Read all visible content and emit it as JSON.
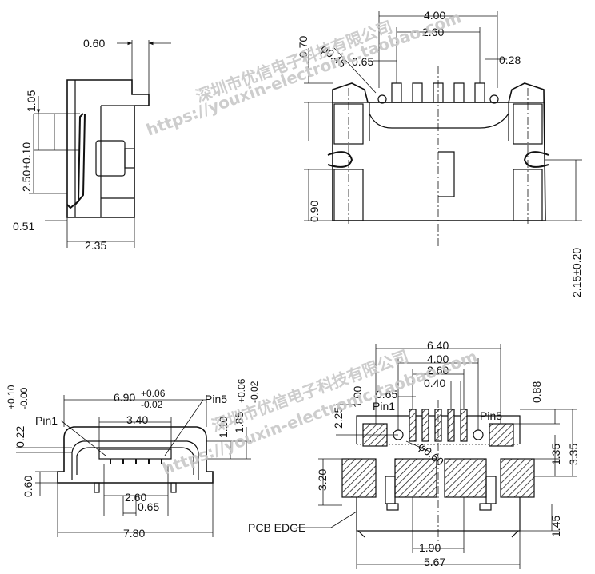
{
  "views": {
    "side": {
      "dims": {
        "top_width": "0.60",
        "height_a": "1.05",
        "height_b": "2.50±0.10",
        "bottom_left": "0.51",
        "depth": "2.35"
      }
    },
    "rear": {
      "dims": {
        "pitch_total": "4.00",
        "pitch_span": "2.60",
        "pin_offset": "0.70",
        "hole": "φ0.45",
        "pitch": "0.65",
        "pin_width": "0.28",
        "lower_height": "0.90",
        "overall_height": "2.15±0.20"
      }
    },
    "front": {
      "dims": {
        "outer_width": "6.90",
        "outer_width_tol_plus": "+0.06",
        "outer_width_tol_minus": "-0.02",
        "inner_width": "3.40",
        "pitch_span": "2.60",
        "pitch": "0.65",
        "base_width": "7.80",
        "side_height": "0.60",
        "top_offset": "0.22",
        "top_offset_tol_plus": "+0.10",
        "top_offset_tol_minus": "-0.00",
        "slot_height": "1.10",
        "inner_height": "1.85",
        "inner_height_tol_plus": "+0.06",
        "inner_height_tol_minus": "-0.02"
      },
      "labels": {
        "pin1": "Pin1",
        "pin5": "Pin5"
      }
    },
    "footprint": {
      "dims": {
        "overall": "6.40",
        "pitch_total": "4.00",
        "pitch_span": "2.60",
        "pad_gap": "0.40",
        "pitch": "0.65",
        "pad_h": "1.00",
        "row_offset": "2.25",
        "hole": "φ0.60",
        "right_top": "0.88",
        "right_mid": "1.35",
        "right_total": "3.35",
        "left_big": "3.20",
        "bottom_right": "1.45",
        "bottom_center": "1.90",
        "bottom_total": "5.67"
      },
      "labels": {
        "pin1": "Pin1",
        "pin5": "Pin5",
        "pcb_edge": "PCB  EDGE"
      }
    }
  },
  "watermarks": {
    "cn": "深圳市优信电子科技有限公司",
    "url": "https://youxin-electronic.taobao.com"
  }
}
